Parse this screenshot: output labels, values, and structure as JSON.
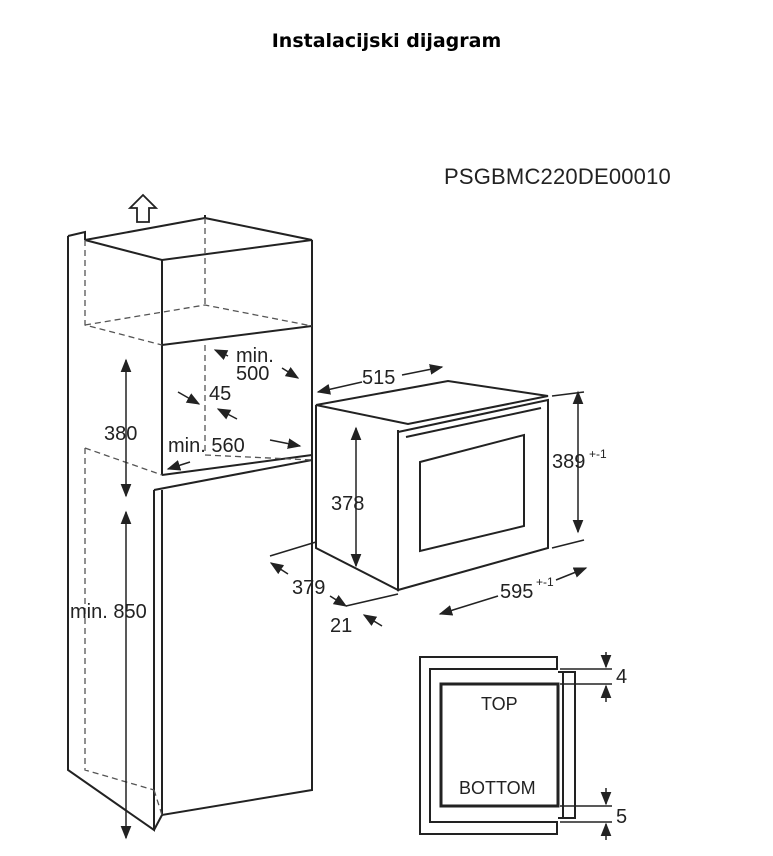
{
  "title": "Instalacijski dijagram",
  "model_code": "PSGBMC220DE00010",
  "dimensions": {
    "niche_depth_min": "min.",
    "niche_depth_value": "500",
    "vent_gap": "45",
    "niche_height": "380",
    "niche_width": "min. 560",
    "cabinet_height": "min. 850",
    "appliance_depth": "515",
    "appliance_body_height": "378",
    "appliance_height": "389",
    "appliance_height_tol": "+-1",
    "appliance_body_depth": "379",
    "frame_depth": "21",
    "appliance_width": "595",
    "appliance_width_tol": "+-1",
    "top_gap": "4",
    "bottom_gap": "5"
  },
  "labels": {
    "top": "TOP",
    "bottom": "BOTTOM"
  },
  "colors": {
    "line": "#222222",
    "dashed": "#555555"
  },
  "icons": {
    "airflow": "up-arrow-icon"
  }
}
